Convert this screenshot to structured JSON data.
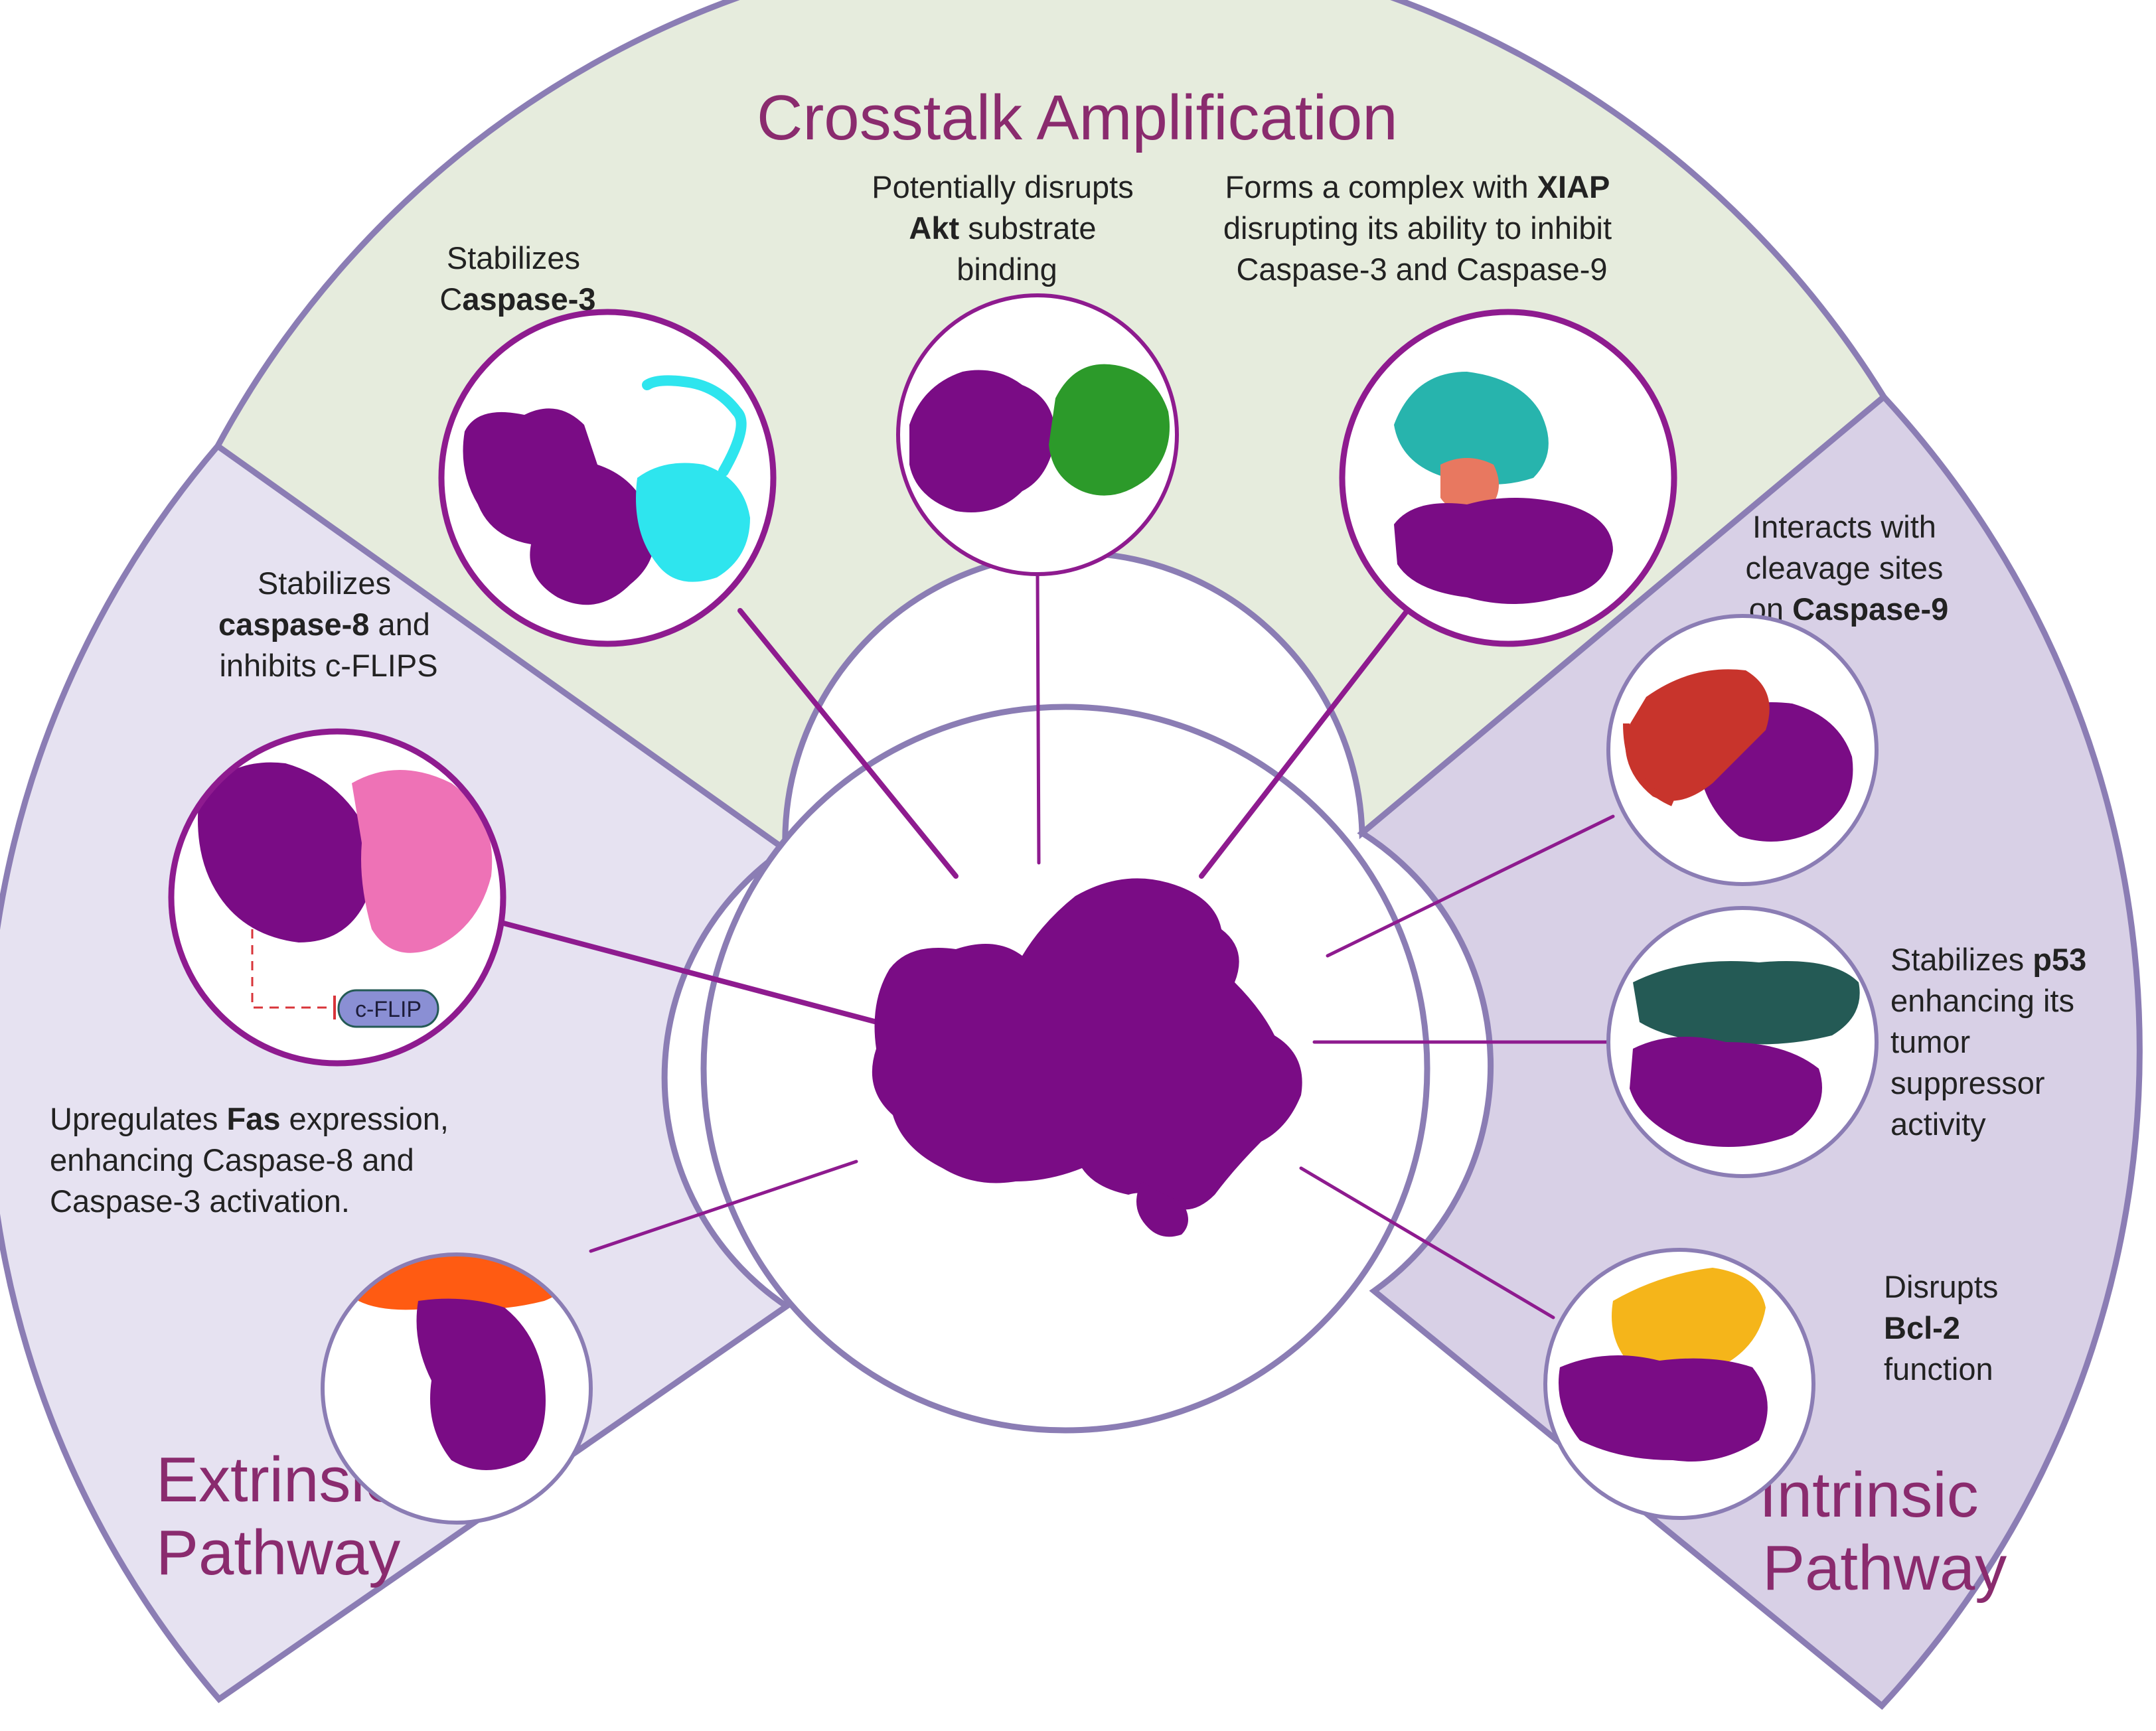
{
  "colors": {
    "crosstalk_bg": "#e6ecdd",
    "extrinsic_bg": "#e6e2f1",
    "intrinsic_bg": "#d8d0e6",
    "border": "#8b7db4",
    "circle_ring": "#8e1b8f",
    "connector": "#8e1b8f",
    "title_text": "#8a2b6e",
    "protein_main": "#7a0c85",
    "cyan": "#2ee5ee",
    "green": "#2c9a2a",
    "teal": "#27b4ad",
    "salmon": "#e87860",
    "pink": "#ee72b6",
    "red": "#c8342c",
    "darkteal": "#245a55",
    "orange": "#ff5b12",
    "yellow": "#f5b51a",
    "pill": "#8a8fd4"
  },
  "sections": {
    "crosstalk": {
      "title": "Crosstalk Amplification"
    },
    "extrinsic": {
      "title_line1": "Extrinsic",
      "title_line2": "Pathway"
    },
    "intrinsic": {
      "title_line1": "Intrinsic",
      "title_line2": "Pathway"
    }
  },
  "annotations": {
    "caspase3": {
      "line1": "Stabilizes",
      "line2_prefix": "C",
      "line2_bold": "aspase-3"
    },
    "akt": {
      "line1": "Potentially disrupts",
      "line2_bold": "Akt",
      "line2_rest": " substrate",
      "line3": "binding"
    },
    "xiap": {
      "line1_prefix": "Forms a complex with ",
      "line1_bold": "XIAP",
      "line2": "disrupting its ability to inhibit",
      "line3": "Caspase-3 and Caspase-9"
    },
    "caspase8": {
      "line1": "Stabilizes",
      "line2_bold": "caspase-8",
      "line2_rest": " and",
      "line3": "inhibits c-FLIPS"
    },
    "fas": {
      "line1_prefix": "Upregulates ",
      "line1_bold": "Fas",
      "line1_rest": " expression,",
      "line2": "enhancing Caspase-8 and",
      "line3": "Caspase-3 activation."
    },
    "caspase9": {
      "line1": "Interacts with",
      "line2": "cleavage sites",
      "line3_prefix": "on ",
      "line3_bold": "Caspase-9"
    },
    "p53": {
      "line1_prefix": "Stabilizes ",
      "line1_bold": "p53",
      "line2": "enhancing its",
      "line3": "tumor",
      "line4": "suppressor",
      "line5": "activity"
    },
    "bcl2": {
      "line1": "Disrupts",
      "line2_bold": "Bcl-2",
      "line3": "function"
    }
  },
  "cflip_label": "c-FLIP"
}
